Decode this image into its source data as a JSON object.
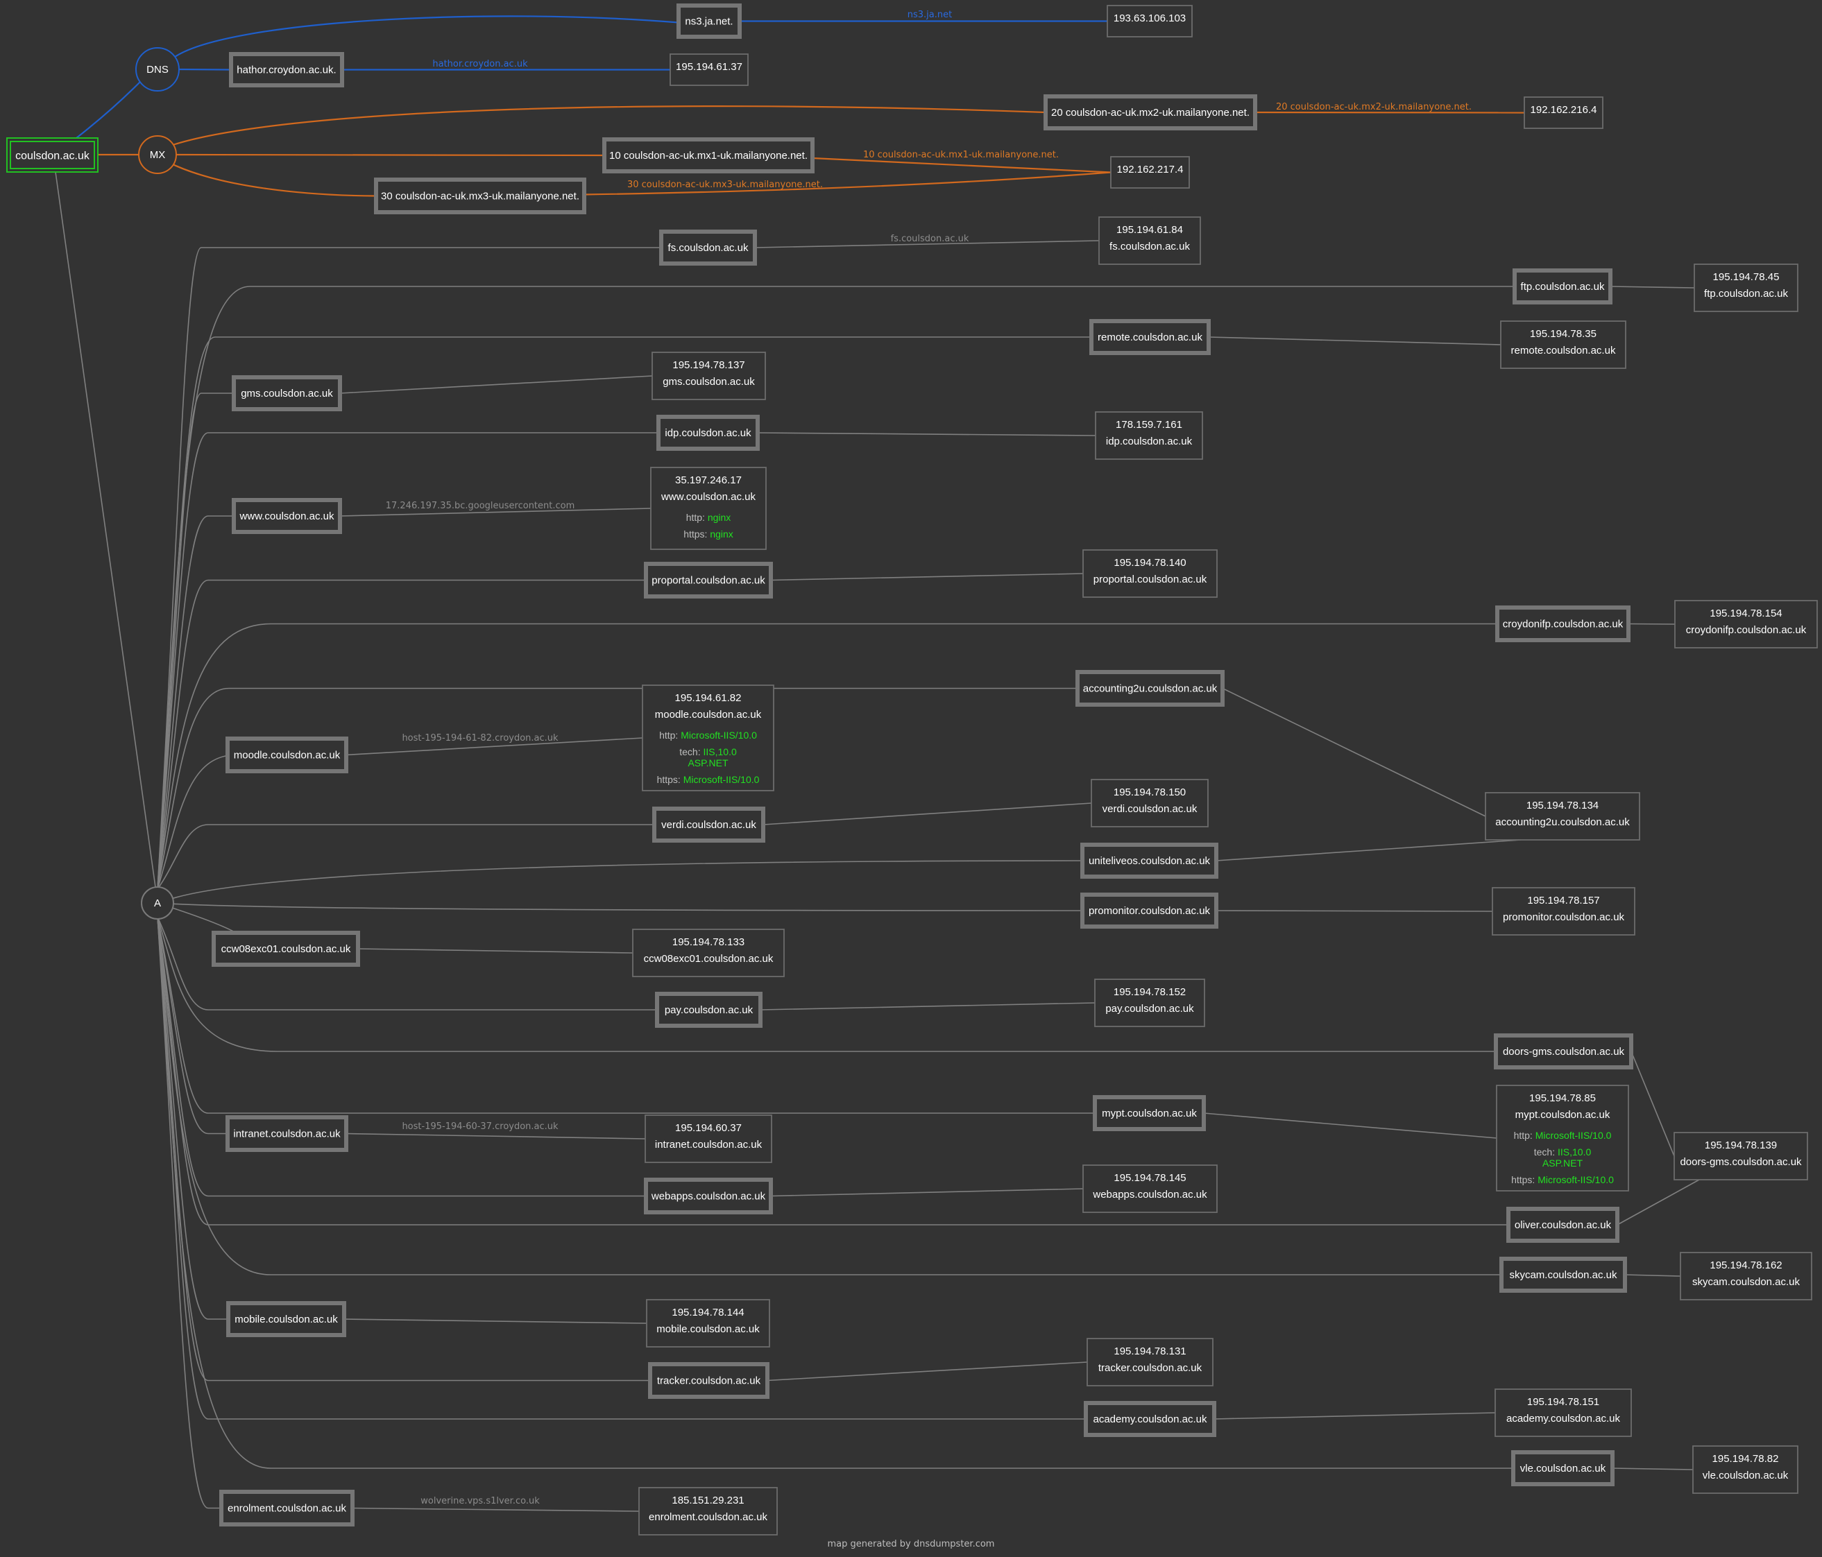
{
  "root": "coulsdon.ac.uk",
  "hubs": {
    "dns": "DNS",
    "mx": "MX",
    "a": "A"
  },
  "colors": {
    "dns": "#1f5fcc",
    "mx": "#d2691e",
    "root": "#22c022",
    "server": "#22e022"
  },
  "dns": [
    {
      "host": "ns3.ja.net.",
      "label": "ns3.ja.net",
      "ip": "193.63.106.103"
    },
    {
      "host": "hathor.croydon.ac.uk.",
      "label": "hathor.croydon.ac.uk",
      "ip": "195.194.61.37"
    }
  ],
  "mx": [
    {
      "host": "20 coulsdon-ac-uk.mx2-uk.mailanyone.net.",
      "label": "20 coulsdon-ac-uk.mx2-uk.mailanyone.net.",
      "ip": "192.162.216.4"
    },
    {
      "host": "10 coulsdon-ac-uk.mx1-uk.mailanyone.net.",
      "label": "10 coulsdon-ac-uk.mx1-uk.mailanyone.net.",
      "ip": "192.162.217.4"
    },
    {
      "host": "30 coulsdon-ac-uk.mx3-uk.mailanyone.net.",
      "label": "30 coulsdon-ac-uk.mx3-uk.mailanyone.net.",
      "ip": "192.162.217.4"
    }
  ],
  "a": [
    {
      "host": "fs.coulsdon.ac.uk",
      "label": "fs.coulsdon.ac.uk",
      "ip": "195.194.61.84",
      "name": "fs.coulsdon.ac.uk"
    },
    {
      "host": "ftp.coulsdon.ac.uk",
      "ip": "195.194.78.45",
      "name": "ftp.coulsdon.ac.uk"
    },
    {
      "host": "remote.coulsdon.ac.uk",
      "ip": "195.194.78.35",
      "name": "remote.coulsdon.ac.uk"
    },
    {
      "host": "gms.coulsdon.ac.uk",
      "ip": "195.194.78.137",
      "name": "gms.coulsdon.ac.uk"
    },
    {
      "host": "idp.coulsdon.ac.uk",
      "ip": "178.159.7.161",
      "name": "idp.coulsdon.ac.uk"
    },
    {
      "host": "www.coulsdon.ac.uk",
      "label": "17.246.197.35.bc.googleusercontent.com",
      "ip": "35.197.246.17",
      "name": "www.coulsdon.ac.uk",
      "extras": [
        {
          "key": "http:",
          "val": "nginx"
        },
        {
          "key": "https:",
          "val": "nginx"
        }
      ]
    },
    {
      "host": "proportal.coulsdon.ac.uk",
      "ip": "195.194.78.140",
      "name": "proportal.coulsdon.ac.uk"
    },
    {
      "host": "croydonifp.coulsdon.ac.uk",
      "ip": "195.194.78.154",
      "name": "croydonifp.coulsdon.ac.uk"
    },
    {
      "host": "accounting2u.coulsdon.ac.uk",
      "ip": "195.194.78.134",
      "name": "accounting2u.coulsdon.ac.uk"
    },
    {
      "host": "moodle.coulsdon.ac.uk",
      "label": "host-195-194-61-82.croydon.ac.uk",
      "ip": "195.194.61.82",
      "name": "moodle.coulsdon.ac.uk",
      "extras": [
        {
          "key": "http:",
          "val": "Microsoft-IIS/10.0"
        },
        {
          "key": "tech:",
          "val": "IIS,10.0",
          "val2": "ASP.NET"
        },
        {
          "key": "https:",
          "val": "Microsoft-IIS/10.0"
        }
      ]
    },
    {
      "host": "verdi.coulsdon.ac.uk",
      "ip": "195.194.78.150",
      "name": "verdi.coulsdon.ac.uk"
    },
    {
      "host": "uniteliveos.coulsdon.ac.uk",
      "ip": "195.194.78.134",
      "name": "accounting2u.coulsdon.ac.uk"
    },
    {
      "host": "promonitor.coulsdon.ac.uk",
      "ip": "195.194.78.157",
      "name": "promonitor.coulsdon.ac.uk"
    },
    {
      "host": "ccw08exc01.coulsdon.ac.uk",
      "ip": "195.194.78.133",
      "name": "ccw08exc01.coulsdon.ac.uk"
    },
    {
      "host": "pay.coulsdon.ac.uk",
      "ip": "195.194.78.152",
      "name": "pay.coulsdon.ac.uk"
    },
    {
      "host": "doors-gms.coulsdon.ac.uk",
      "ip": "195.194.78.139",
      "name": "doors-gms.coulsdon.ac.uk"
    },
    {
      "host": "mypt.coulsdon.ac.uk",
      "ip": "195.194.78.85",
      "name": "mypt.coulsdon.ac.uk",
      "extras": [
        {
          "key": "http:",
          "val": "Microsoft-IIS/10.0"
        },
        {
          "key": "tech:",
          "val": "IIS,10.0",
          "val2": "ASP.NET"
        },
        {
          "key": "https:",
          "val": "Microsoft-IIS/10.0"
        }
      ]
    },
    {
      "host": "intranet.coulsdon.ac.uk",
      "label": "host-195-194-60-37.croydon.ac.uk",
      "ip": "195.194.60.37",
      "name": "intranet.coulsdon.ac.uk"
    },
    {
      "host": "webapps.coulsdon.ac.uk",
      "ip": "195.194.78.145",
      "name": "webapps.coulsdon.ac.uk"
    },
    {
      "host": "oliver.coulsdon.ac.uk",
      "ip": "195.194.78.139",
      "name": "doors-gms.coulsdon.ac.uk"
    },
    {
      "host": "skycam.coulsdon.ac.uk",
      "ip": "195.194.78.162",
      "name": "skycam.coulsdon.ac.uk"
    },
    {
      "host": "mobile.coulsdon.ac.uk",
      "ip": "195.194.78.144",
      "name": "mobile.coulsdon.ac.uk"
    },
    {
      "host": "tracker.coulsdon.ac.uk",
      "ip": "195.194.78.131",
      "name": "tracker.coulsdon.ac.uk"
    },
    {
      "host": "academy.coulsdon.ac.uk",
      "ip": "195.194.78.151",
      "name": "academy.coulsdon.ac.uk"
    },
    {
      "host": "vle.coulsdon.ac.uk",
      "ip": "195.194.78.82",
      "name": "vle.coulsdon.ac.uk"
    },
    {
      "host": "enrolment.coulsdon.ac.uk",
      "label": "wolverine.vps.s1lver.co.uk",
      "ip": "185.151.29.231",
      "name": "enrolment.coulsdon.ac.uk"
    }
  ],
  "footer": "map generated by dnsdumpster.com"
}
